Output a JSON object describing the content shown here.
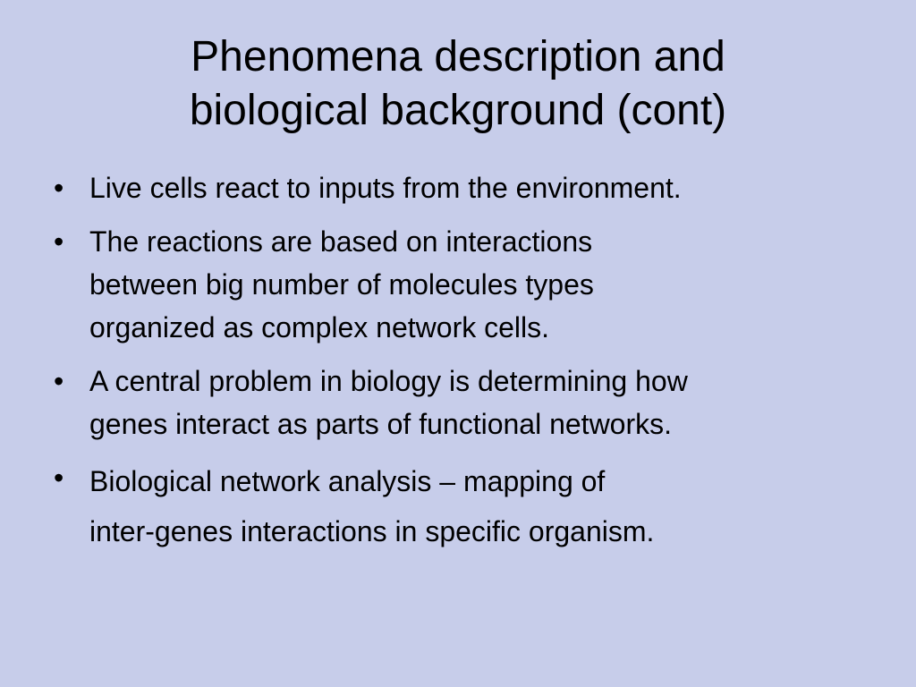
{
  "slide": {
    "title_line_1": "Phenomena description and",
    "title_line_2": "biological background (cont)",
    "bullet_symbol": "•",
    "bullets": [
      {
        "lines": [
          "Live cells react to inputs from the environment."
        ]
      },
      {
        "lines": [
          "The reactions are based on interactions",
          "between big number of molecules types",
          "organized as complex network cells."
        ]
      },
      {
        "lines": [
          "A central problem in biology is determining how",
          "genes interact as parts of functional networks."
        ]
      },
      {
        "lines": [
          "Biological network analysis – mapping of",
          "inter-genes interactions in specific organism."
        ]
      }
    ]
  }
}
